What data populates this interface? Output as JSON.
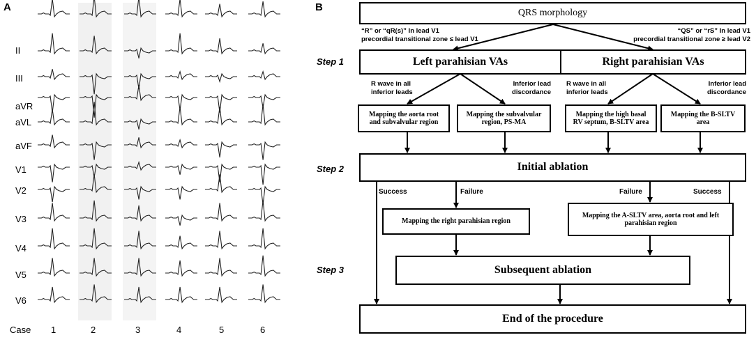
{
  "panel_a": {
    "letter": "A",
    "leads": [
      "II",
      "III",
      "aVR",
      "aVL",
      "aVF",
      "V1",
      "V2",
      "V3",
      "V4",
      "V5",
      "V6"
    ],
    "case_label": "Case",
    "cases": [
      "1",
      "2",
      "3",
      "4",
      "5",
      "6"
    ]
  },
  "panel_b": {
    "letter": "B",
    "top_box": "QRS morphology",
    "left_condition": "“R” or “qR(s)” In lead V1\nprecordial transitional zone ≤ lead V1",
    "right_condition": "“QS” or “rS” In lead V1\nprecordial transitional zone  ≥ lead V2",
    "steps": [
      "Step 1",
      "Step 2",
      "Step 3"
    ],
    "left_header": "Left parahisian VAs",
    "right_header": "Right parahisian VAs",
    "branch_labels": {
      "l1": "R wave in all\ninferior leads",
      "l2": "Inferior lead\ndiscordance",
      "r1": "R wave in all\ninferior leads",
      "r2": "Inferior lead\ndiscordance"
    },
    "mapping_boxes": {
      "m1": "Mapping the aorta root\nand subvalvular region",
      "m2": "Mapping the subvalvular\nregion,   PS-MA",
      "m3": "Mapping the high basal\nRV septum, B-SLTV area",
      "m4": "Mapping the B-SLTV\narea"
    },
    "initial_ablation": "Initial ablation",
    "outcomes": {
      "success_left": "Success",
      "failure_left": "Failure",
      "failure_right": "Failure",
      "success_right": "Success"
    },
    "map_right_parahisian": "Mapping the right parahisian region",
    "map_aslt": "Mapping the A-SLTV area, aorta root and left\nparahisian  region",
    "subsequent_ablation": "Subsequent ablation",
    "end": "End of the procedure"
  }
}
